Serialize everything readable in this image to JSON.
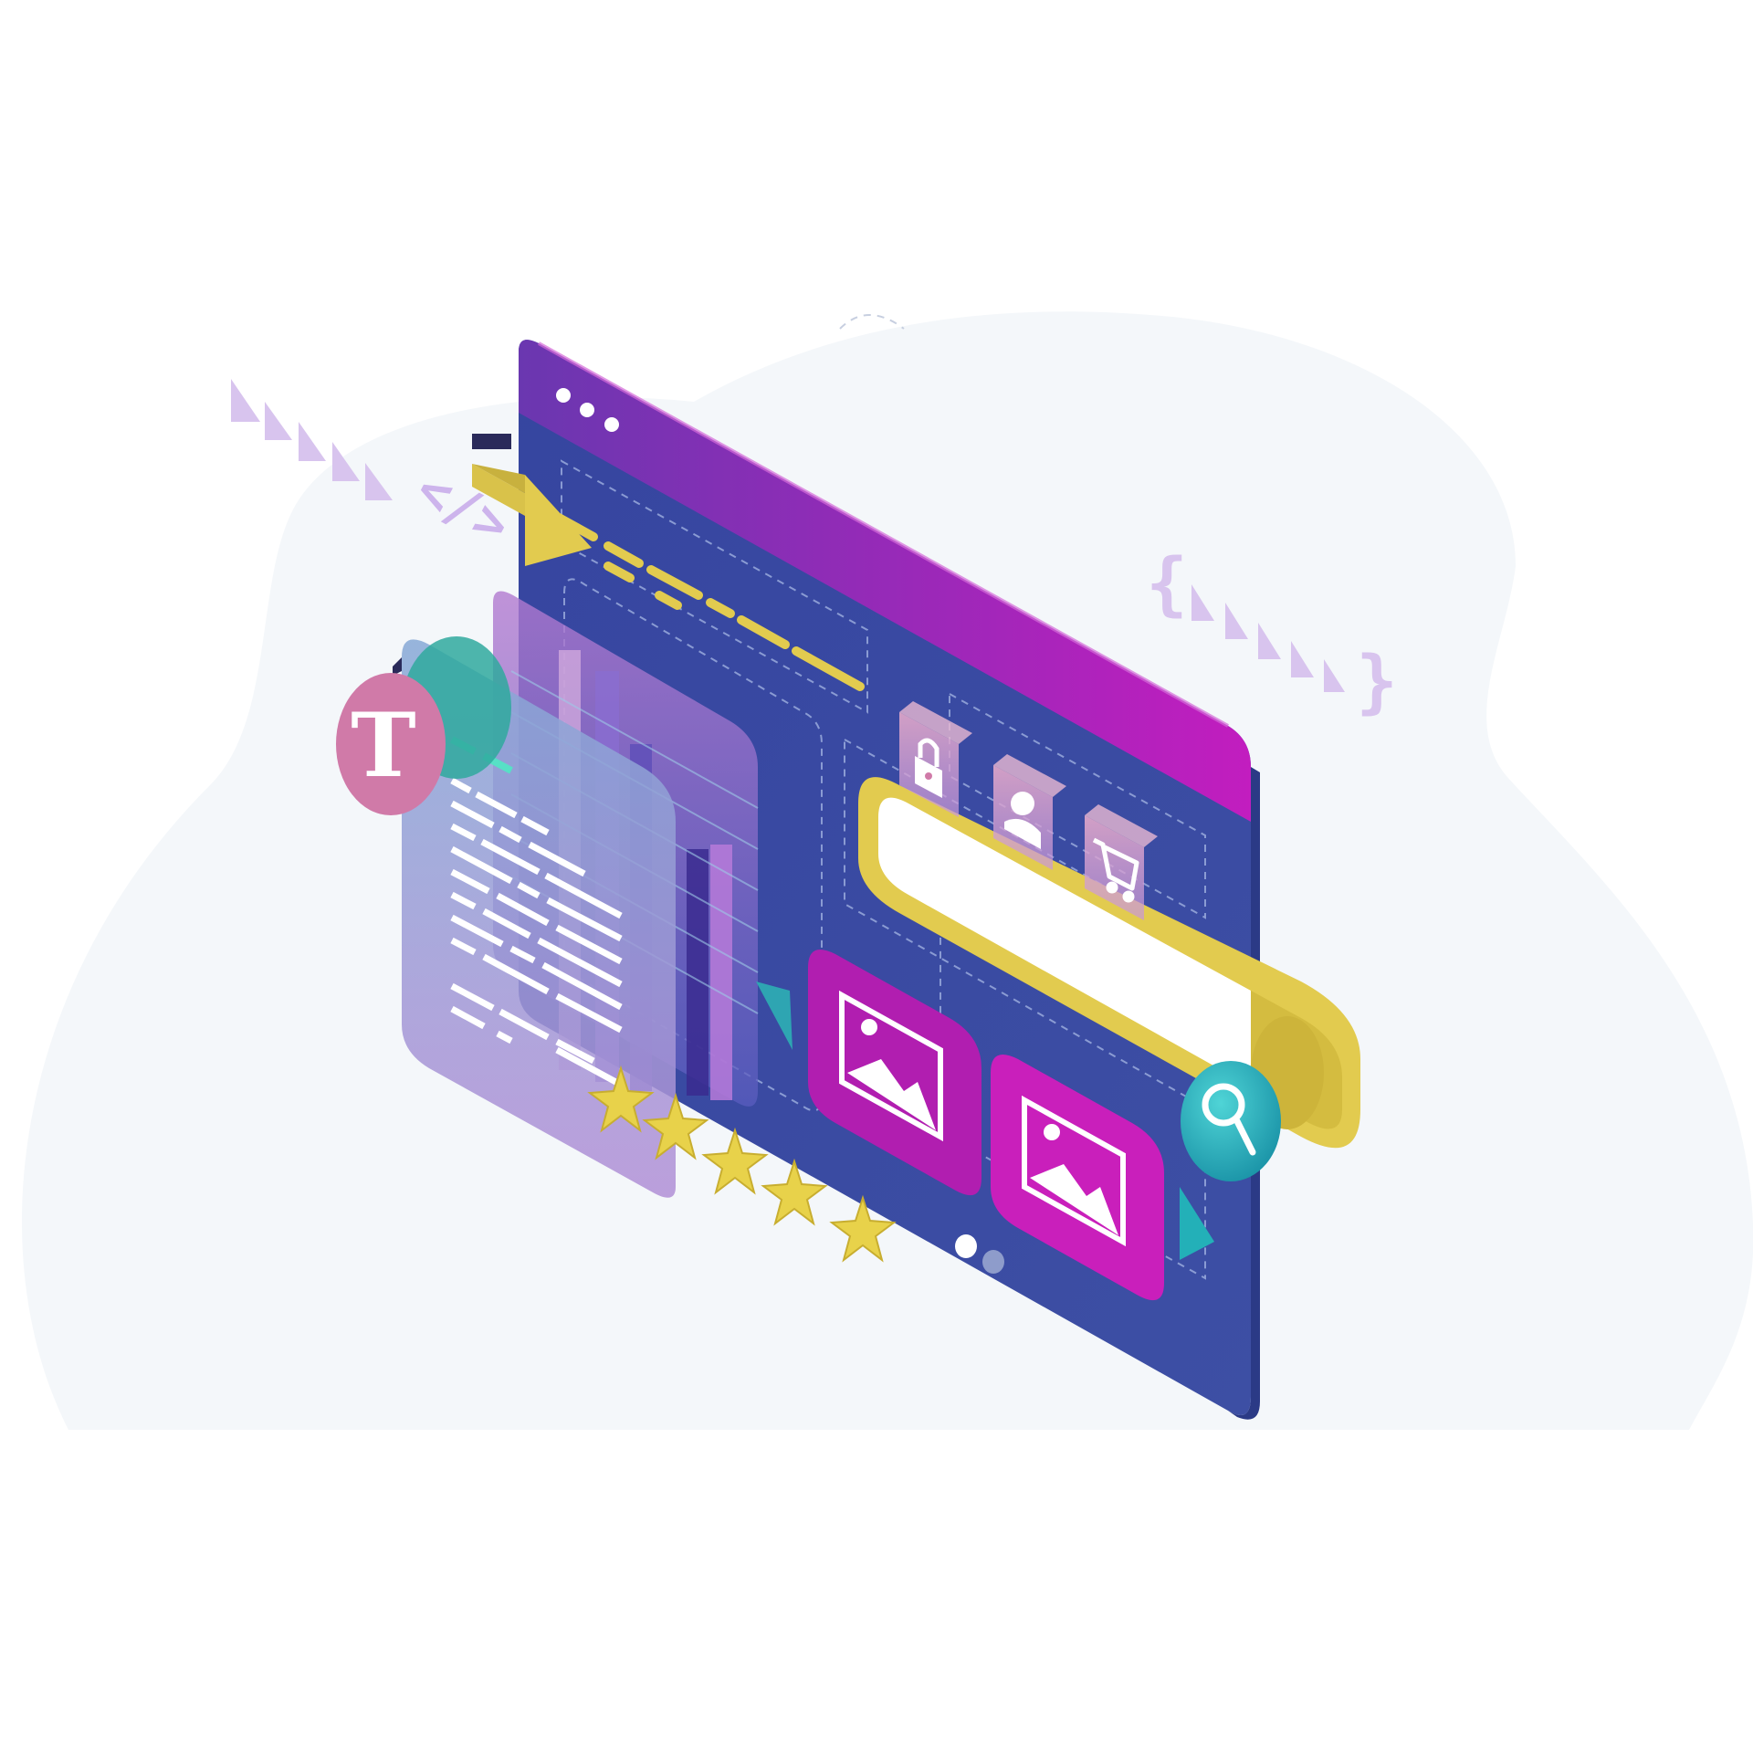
{
  "illustration": {
    "code_tag_glyph": "</>",
    "brace_open": "{",
    "brace_close": "}",
    "text_tool_letter": "T",
    "rating_stars": 5,
    "browser_dots": 3,
    "pagination_dots": 2,
    "search_field_value": "",
    "icons": [
      "lock-icon",
      "user-icon",
      "cart-icon",
      "search-icon",
      "image-icon",
      "image-icon",
      "text-tool-icon"
    ]
  },
  "colors": {
    "background_blob": "#f4f7fa",
    "browser_body": "#3a4fa6",
    "browser_header": "#a524bd",
    "accent_yellow": "#e2cb4f",
    "image_card": "#b81aab",
    "search_button": "#1fb0b8",
    "text_bubble": "#d07aa8",
    "star": "#e8d24a",
    "decor_lilac": "#d8c4ee"
  }
}
